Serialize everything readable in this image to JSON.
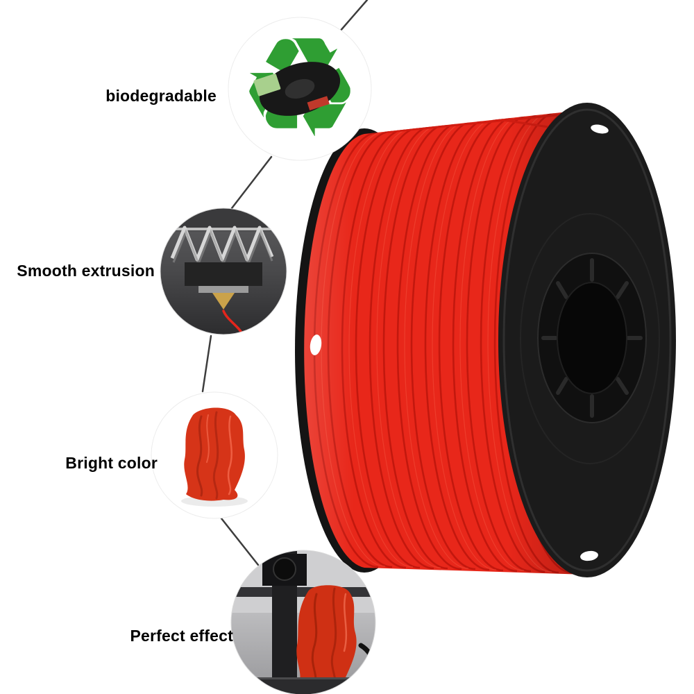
{
  "callouts": [
    {
      "id": "biodegradable",
      "label": "biodegradable"
    },
    {
      "id": "smooth-extrusion",
      "label": "Smooth extrusion"
    },
    {
      "id": "bright-color",
      "label": "Bright color"
    },
    {
      "id": "perfect-effect",
      "label": "Perfect effect"
    }
  ],
  "product": {
    "name": "red-3d-printer-filament-spool",
    "filament_red": "#e8271a",
    "winding_shadow_red": "#b9150c",
    "spool_black": "#1b1b1b",
    "recycle_green": "#2f9e33",
    "connector_line": "#3d3d3d",
    "background": "#ffffff"
  }
}
